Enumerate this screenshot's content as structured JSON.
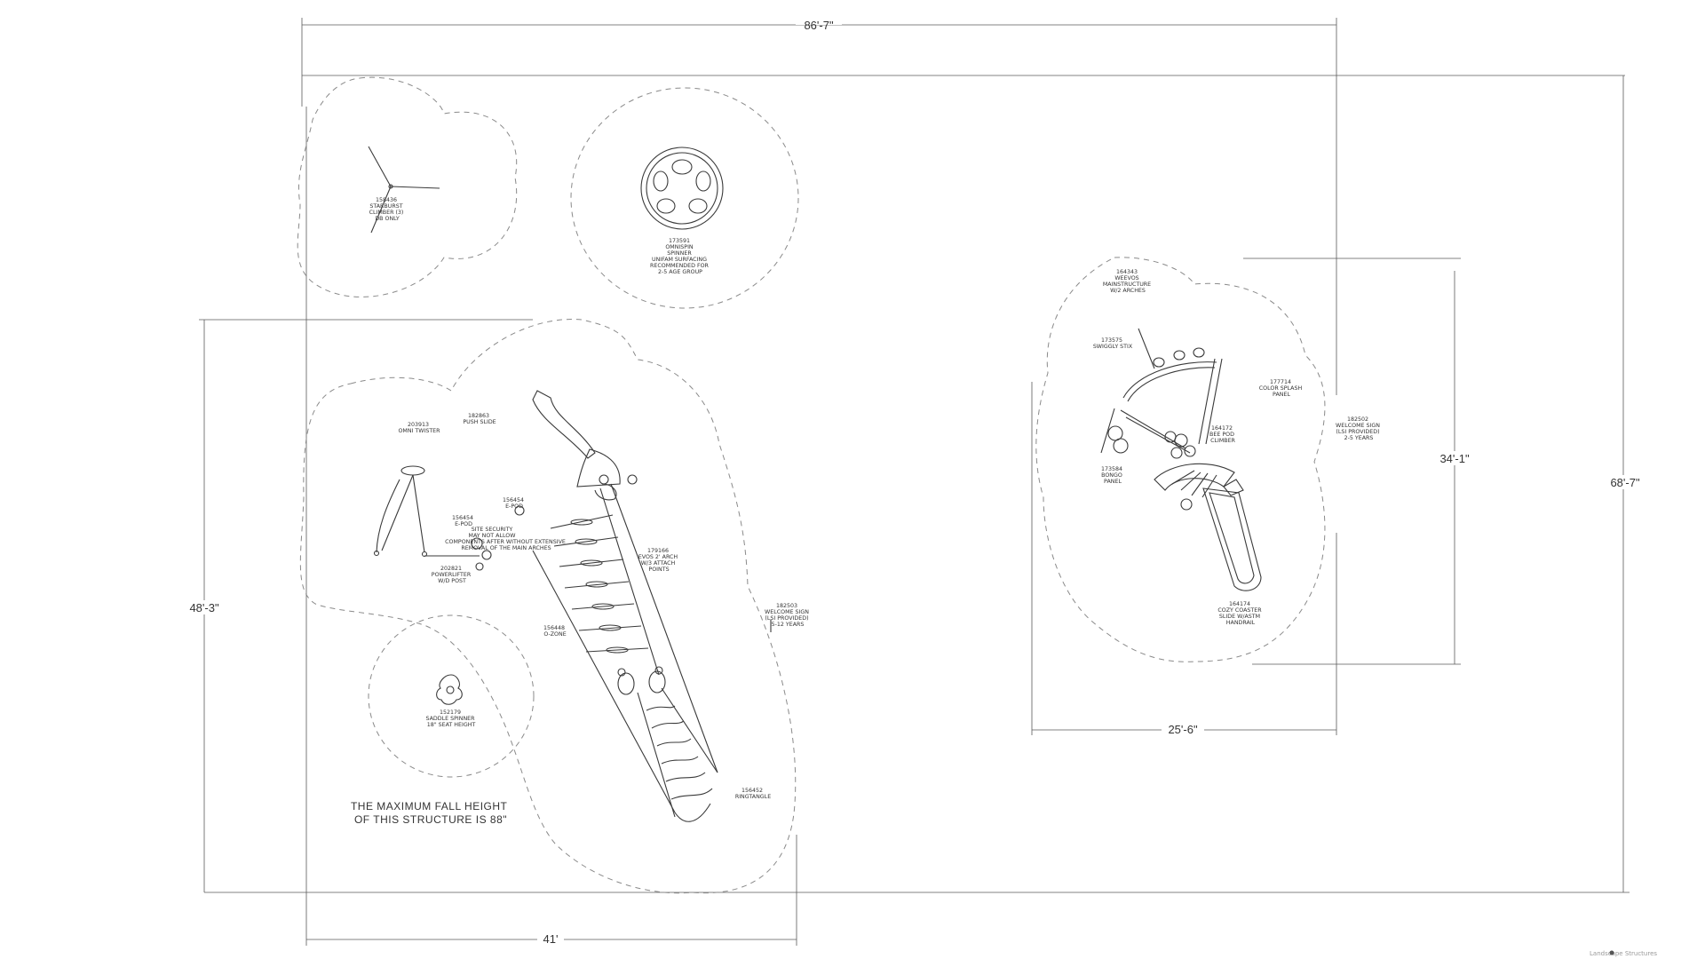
{
  "dimensions": {
    "overall_width": "86'-7\"",
    "overall_height": "68'-7\"",
    "left_height": "48'-3\"",
    "left_width": "41'",
    "right_width": "25'-6\"",
    "right_height": "34'-1\""
  },
  "note": {
    "line1": "THE MAXIMUM FALL HEIGHT",
    "line2": "OF THIS STRUCTURE IS 88\""
  },
  "labels": {
    "starburst": [
      "158436",
      "STARBURST",
      "CLIMBER (3)",
      "DB ONLY"
    ],
    "omnispin": [
      "173591",
      "OMNISPIN",
      "SPINNER",
      "UNIFAM SURFACING",
      "RECOMMENDED FOR",
      "2-5 AGE GROUP"
    ],
    "omni_twister": [
      "203913",
      "OMNI TWISTER"
    ],
    "push_slide": [
      "182863",
      "PUSH SLIDE"
    ],
    "e_pod_a": [
      "156454",
      "E-POD"
    ],
    "e_pod_b": [
      "156454",
      "E-POD"
    ],
    "site_note": [
      "SITE SECURITY",
      "MAY NOT ALLOW",
      "COMPONENTS AFTER WITHOUT EXTENSIVE",
      "REMOVAL OF THE MAIN ARCHES"
    ],
    "evos_arch": [
      "179166",
      "EVOS 2' ARCH",
      "W/3 ATTACH",
      "POINTS"
    ],
    "powerlifter": [
      "202821",
      "POWERLIFTER",
      "W/D POST"
    ],
    "welcome_sign_a": [
      "182503",
      "WELCOME SIGN",
      "(LSI PROVIDED)",
      "5-12 YEARS"
    ],
    "o_zone": [
      "156448",
      "O-ZONE"
    ],
    "saddle_spinner": [
      "152179",
      "SADDLE SPINNER",
      "18\" SEAT HEIGHT"
    ],
    "ringtangle": [
      "156452",
      "RINGTANGLE"
    ],
    "weevos": [
      "164343",
      "WEEVOS",
      "MAINSTRUCTURE",
      "W/2 ARCHES"
    ],
    "swiggly": [
      "173575",
      "SWIGGLY STIX"
    ],
    "color_splash": [
      "177714",
      "COLOR SPLASH",
      "PANEL"
    ],
    "bee_pod": [
      "164172",
      "BEE POD",
      "CLIMBER"
    ],
    "bongo": [
      "173584",
      "BONGO",
      "PANEL"
    ],
    "welcome_sign_b": [
      "182502",
      "WELCOME SIGN",
      "(LSI PROVIDED)",
      "2-5 YEARS"
    ],
    "cozy_coaster": [
      "164174",
      "COZY COASTER",
      "SLIDE W/ASTM",
      "HANDRAIL"
    ]
  },
  "watermark": "Landscape Structures",
  "icons": {
    "registered": "registered-mark-icon"
  }
}
